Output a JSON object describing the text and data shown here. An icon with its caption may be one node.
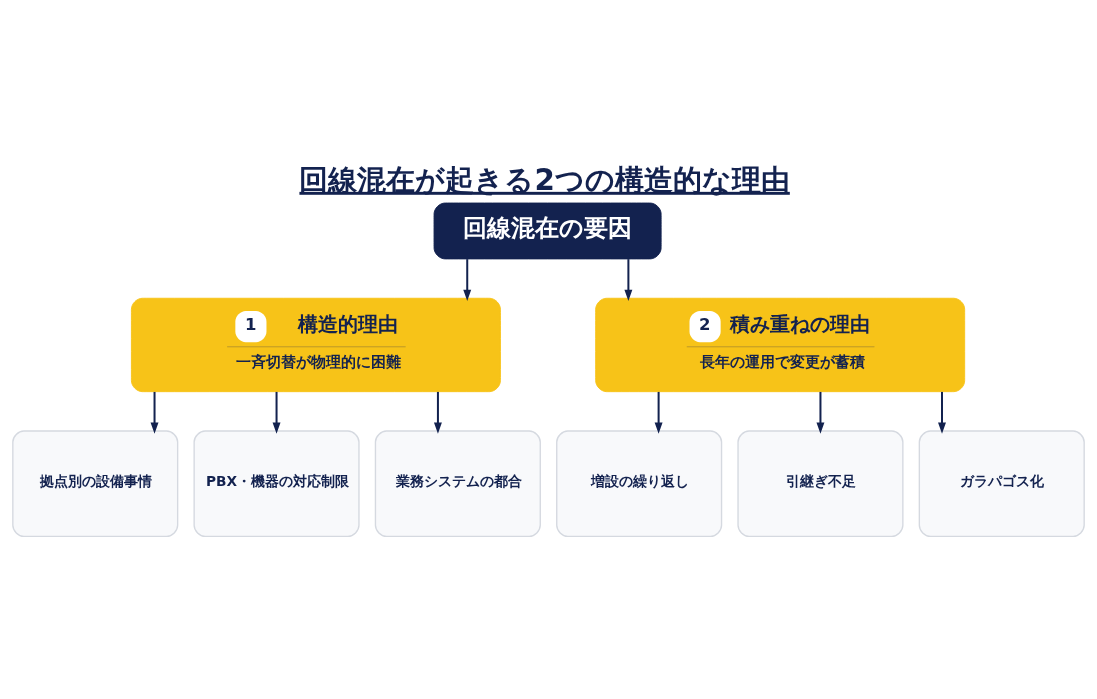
{
  "diagram": {
    "title": "回線混在が起きる2つの構造的な理由",
    "nodes": [
      {
        "text": [
          "回線混在の要因"
        ]
      },
      {
        "text": [
          "1",
          "構造的理由",
          "一斉切替が物理的に困難"
        ]
      },
      {
        "text": [
          "2",
          "積み重ねの理由",
          "長年の運用で変更が蓄積"
        ]
      },
      {
        "text": [
          "拠点別の設備事情"
        ]
      },
      {
        "text": [
          "PBX・機器の対応制限"
        ]
      },
      {
        "text": [
          "業務システムの都合"
        ]
      },
      {
        "text": [
          "増設の繰り返し"
        ]
      },
      {
        "text": [
          "引継ぎ不足"
        ]
      },
      {
        "text": [
          "ガラパゴス化"
        ]
      }
    ],
    "edges": [
      {
        "from": 0,
        "to": 1,
        "arrow": "to"
      },
      {
        "from": 0,
        "to": 2,
        "arrow": "to"
      },
      {
        "from": 1,
        "to": 3,
        "arrow": "to"
      },
      {
        "from": 1,
        "to": 4,
        "arrow": "to"
      },
      {
        "from": 1,
        "to": 5,
        "arrow": "to"
      },
      {
        "from": 2,
        "to": 6,
        "arrow": "to"
      },
      {
        "from": 2,
        "to": 7,
        "arrow": "to"
      },
      {
        "from": 2,
        "to": 8,
        "arrow": "to"
      }
    ]
  }
}
